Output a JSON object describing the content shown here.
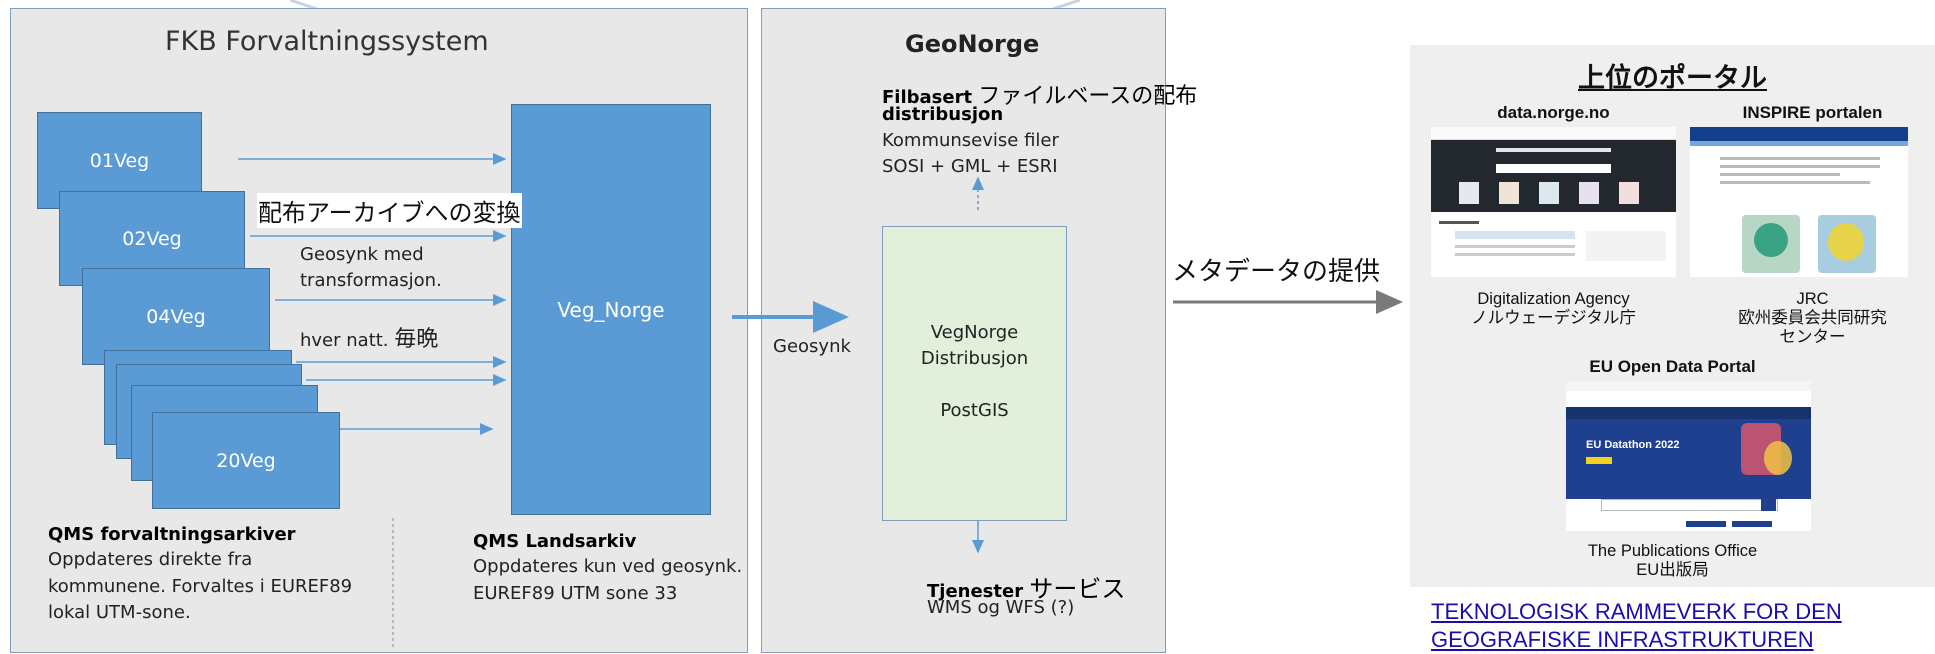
{
  "fkb": {
    "title": "FKB Forvaltningssystem",
    "veg_boxes": [
      "01Veg",
      "02Veg",
      "04Veg",
      "20Veg"
    ],
    "veg_norge": "Veg_Norge",
    "transform_jp": "配布アーカイブへの変換",
    "geosynk_line1": "Geosynk med",
    "geosynk_line2": "transformasjon.",
    "nightly": "hver natt.",
    "nightly_jp": "毎晩",
    "qms_forv_title": "QMS forvaltningsarkiver",
    "qms_forv_lines": [
      "Oppdateres direkte fra",
      "kommunene. Forvaltes i EUREF89",
      "lokal UTM-sone."
    ],
    "qms_land_title": "QMS Landsarkiv",
    "qms_land_lines": [
      "Oppdateres kun ved geosynk.",
      "EUREF89 UTM sone 33"
    ]
  },
  "geonorge": {
    "title": "GeoNorge",
    "geosynk": "Geosynk",
    "filbasert_line1": "Filbasert",
    "filbasert_jp": "ファイルベースの配布",
    "filbasert_line2": "distribusjon",
    "filer_lines": [
      "Kommunsevise filer",
      "SOSI + GML + ESRI"
    ],
    "db_lines": [
      "VegNorge",
      "Distribusjon",
      "",
      "PostGIS"
    ],
    "tjenester": "Tjenester",
    "tjenester_jp": "サービス",
    "services": "WMS og WFS (?)"
  },
  "metadata_label": "メタデータの提供",
  "portals": {
    "title": "上位のポータル",
    "data_norge": "data.norge.no",
    "inspire": "INSPIRE portalen",
    "digitalization": "Digitalization Agency",
    "digitalization_jp": "ノルウェーデジタル庁",
    "jrc": "JRC",
    "jrc_jp_1": "欧州委員会共同研究",
    "jrc_jp_2": "センター",
    "eu_portal": "EU Open Data Portal",
    "eu_thumb_title": "EU Datathon 2022",
    "pub_office": "The Publications Office",
    "pub_office_jp": "EU出版局",
    "link_line1": "TEKNOLOGISK RAMMEVERK FOR DEN",
    "link_line2": "GEOGRAFISKE INFRASTRUKTUREN"
  },
  "colors": {
    "box_blue": "#5b9bd5",
    "panel_grey": "#e8e8e8",
    "db_green": "#e2efda",
    "link_blue": "#1a0dab",
    "eu_blue": "#1f3f8f"
  }
}
